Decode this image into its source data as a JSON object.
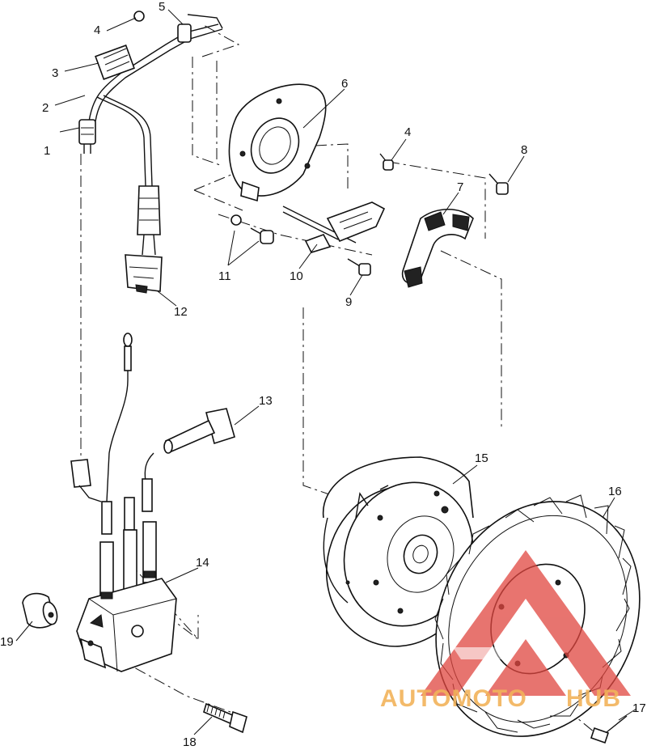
{
  "parts": [
    {
      "id": "p1",
      "label": "1"
    },
    {
      "id": "p2",
      "label": "2"
    },
    {
      "id": "p3",
      "label": "3"
    },
    {
      "id": "p4a",
      "label": "4"
    },
    {
      "id": "p4b",
      "label": "4"
    },
    {
      "id": "p5",
      "label": "5"
    },
    {
      "id": "p6",
      "label": "6"
    },
    {
      "id": "p7",
      "label": "7"
    },
    {
      "id": "p8",
      "label": "8"
    },
    {
      "id": "p9",
      "label": "9"
    },
    {
      "id": "p10",
      "label": "10"
    },
    {
      "id": "p11",
      "label": "11"
    },
    {
      "id": "p12",
      "label": "12"
    },
    {
      "id": "p13",
      "label": "13"
    },
    {
      "id": "p14",
      "label": "14"
    },
    {
      "id": "p15",
      "label": "15"
    },
    {
      "id": "p16",
      "label": "16"
    },
    {
      "id": "p17",
      "label": "17"
    },
    {
      "id": "p18",
      "label": "18"
    },
    {
      "id": "p19",
      "label": "19"
    }
  ],
  "watermark": {
    "text_a": "AUTOMOTO",
    "text_b": "HUB",
    "color_a": "#f2b35a",
    "color_b": "#f2b35a",
    "logo_color": "#e0463f"
  }
}
